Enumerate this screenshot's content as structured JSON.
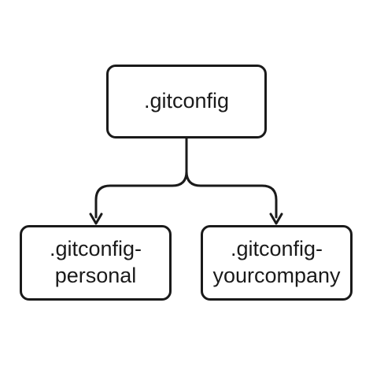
{
  "diagram": {
    "root": {
      "label": ".gitconfig"
    },
    "children": [
      {
        "line1": ".gitconfig-",
        "line2": "personal"
      },
      {
        "line1": ".gitconfig-",
        "line2": "yourcompany"
      }
    ]
  },
  "colors": {
    "stroke": "#1a1a1a",
    "background": "#ffffff"
  }
}
